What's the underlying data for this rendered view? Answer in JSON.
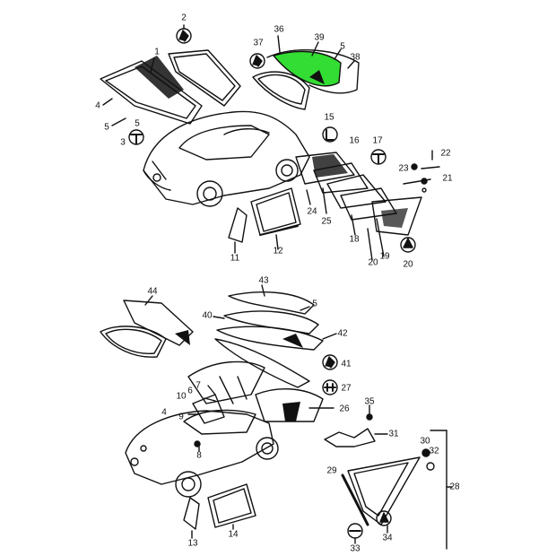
{
  "diagram": {
    "highlight_color": "#33dd33",
    "line_color": "#111111",
    "top_assembly": {
      "labels": [
        "1",
        "2",
        "3",
        "4",
        "5",
        "5",
        "36",
        "37",
        "38",
        "39",
        "5",
        "15",
        "16",
        "17",
        "22",
        "23",
        "21",
        "24",
        "25",
        "18",
        "19",
        "20",
        "20",
        "11",
        "12"
      ]
    },
    "bottom_assembly": {
      "labels": [
        "44",
        "43",
        "5",
        "40",
        "42",
        "41",
        "27",
        "26",
        "7",
        "6",
        "10",
        "4",
        "9",
        "8",
        "35",
        "31",
        "30",
        "32",
        "28",
        "29",
        "33",
        "34",
        "13",
        "14"
      ]
    }
  }
}
